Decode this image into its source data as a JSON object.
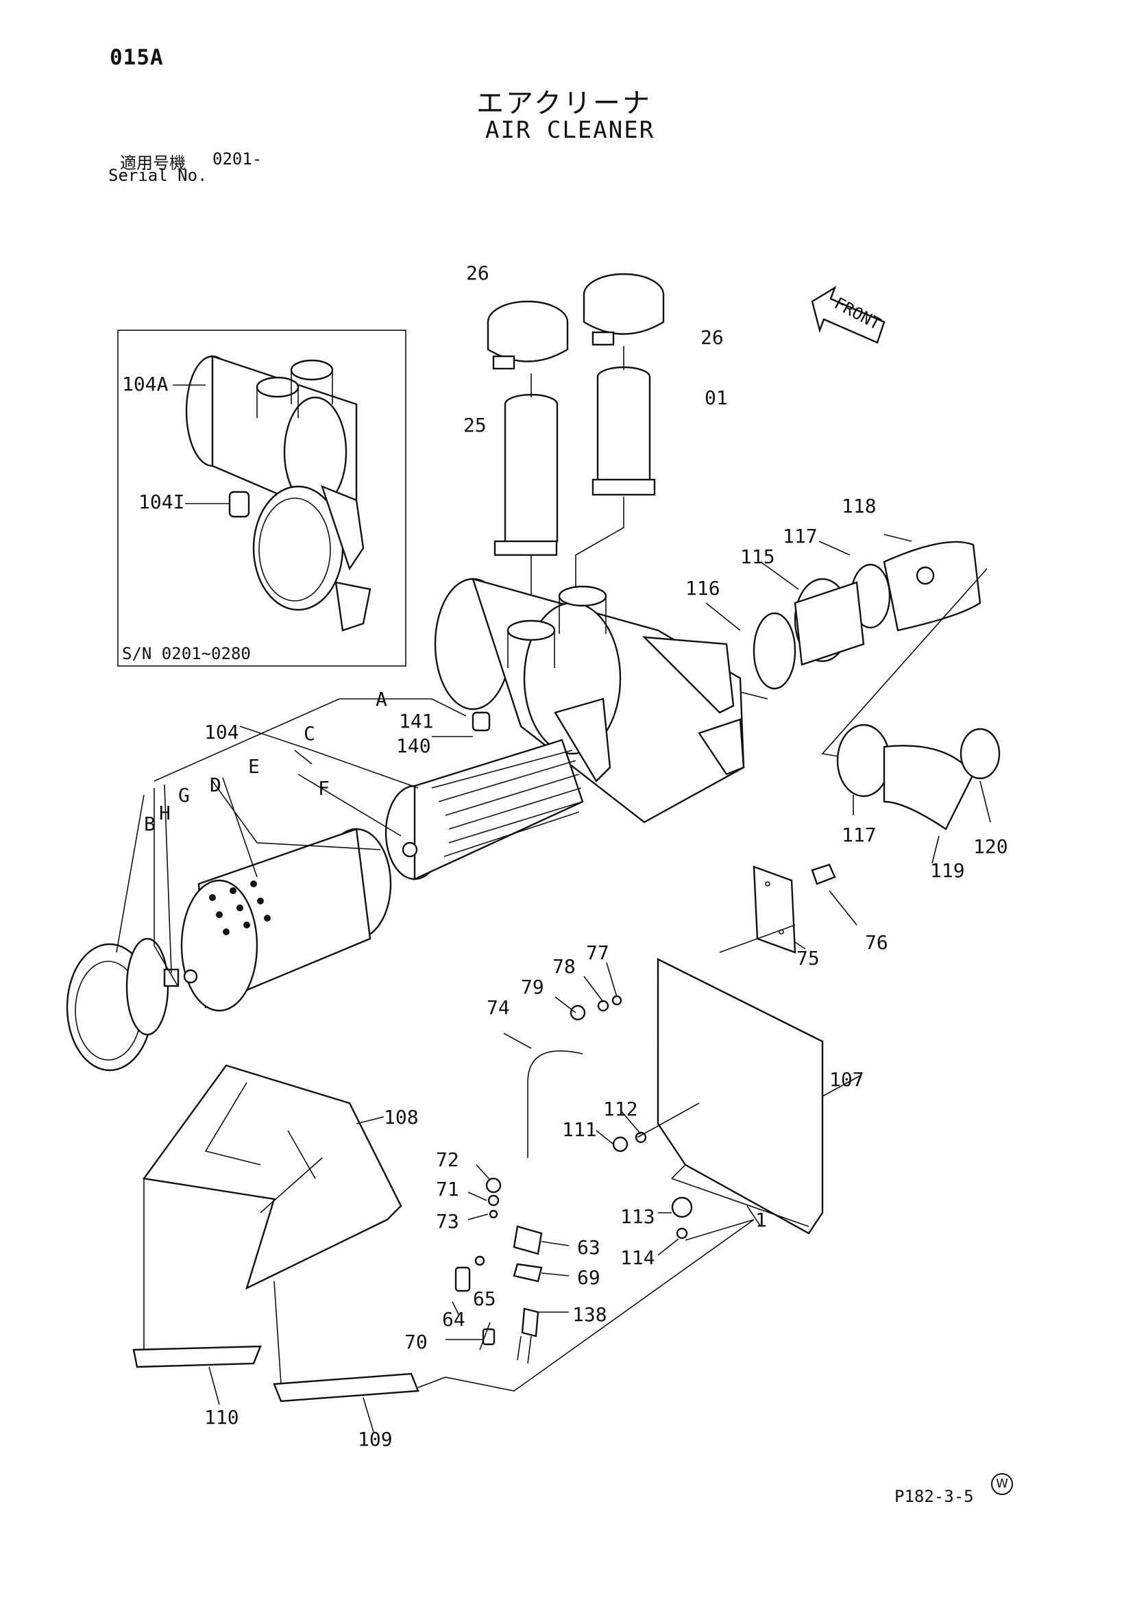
{
  "page_code": "015A",
  "title_jp": "エアクリーナ",
  "title_en": "AIR CLEANER",
  "serial": {
    "label_jp": "適用号機",
    "value": "0201-",
    "label_en": "Serial No."
  },
  "inset_caption": "S/N 0201~0280",
  "front_label": "FRONT",
  "footer_ref": "P182-3-5",
  "w_mark": "W",
  "callouts": {
    "p26a": "26",
    "p26b": "26",
    "p25": "25",
    "p01": "01",
    "p104A": "104A",
    "p104I": "104I",
    "p118": "118",
    "p117a": "117",
    "p115": "115",
    "p116": "116",
    "pA": "A",
    "p141": "141",
    "p140": "140",
    "p104": "104",
    "pC": "C",
    "pE": "E",
    "pF": "F",
    "pD": "D",
    "pG": "G",
    "pH": "H",
    "pB": "B",
    "p117b": "117",
    "p119": "119",
    "p120": "120",
    "p76": "76",
    "p75": "75",
    "p77": "77",
    "p78": "78",
    "p79": "79",
    "p74": "74",
    "p107": "107",
    "p108": "108",
    "p112": "112",
    "p111": "111",
    "p72": "72",
    "p71": "71",
    "p73": "73",
    "p113": "113",
    "p114": "114",
    "p1": "1",
    "p63": "63",
    "p69": "69",
    "p65": "65",
    "p64": "64",
    "p138": "138",
    "p70": "70",
    "p110": "110",
    "p109": "109"
  }
}
